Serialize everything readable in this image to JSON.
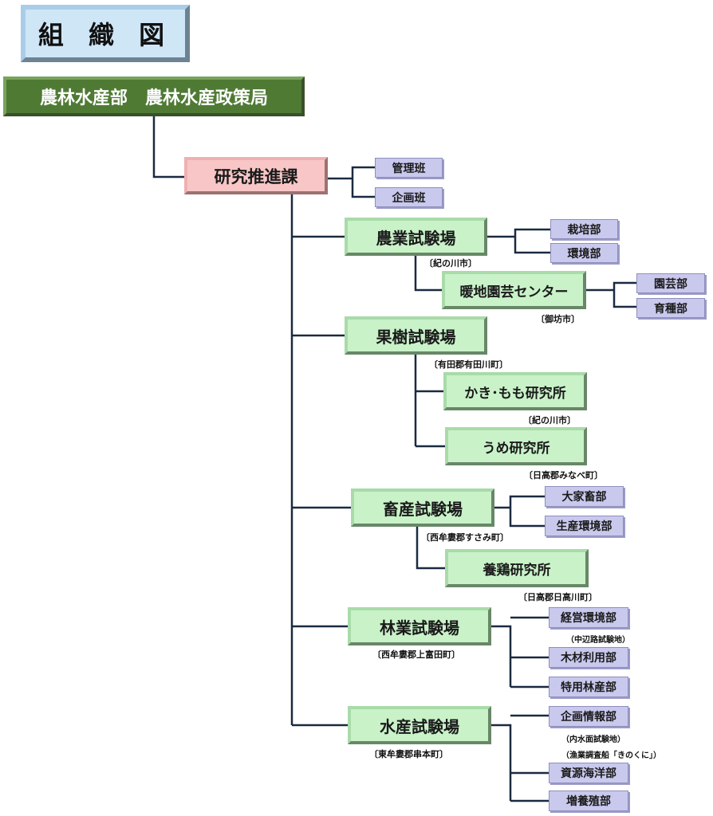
{
  "title": "組 織 図",
  "department": "農林水産部　農林水産政策局",
  "section": {
    "name": "研究推進課",
    "teams": [
      "管理班",
      "企画班"
    ]
  },
  "stations": [
    {
      "name": "農業試験場",
      "location": "〔紀の川市〕",
      "divisions": [
        "栽培部",
        "環境部"
      ],
      "sub_centers": [
        {
          "name": "暖地園芸センター",
          "location": "〔御坊市〕",
          "divisions": [
            "園芸部",
            "育種部"
          ]
        }
      ]
    },
    {
      "name": "果樹試験場",
      "location": "〔有田郡有田川町〕",
      "divisions": [],
      "sub_centers": [
        {
          "name": "かき･もも研究所",
          "location": "〔紀の川市〕",
          "divisions": []
        },
        {
          "name": "うめ研究所",
          "location": "〔日高郡みなべ町〕",
          "divisions": []
        }
      ]
    },
    {
      "name": "畜産試験場",
      "location": "〔西牟婁郡すさみ町〕",
      "divisions": [
        "大家畜部",
        "生産環境部"
      ],
      "sub_centers": [
        {
          "name": "養鶏研究所",
          "location": "〔日高郡日高川町〕",
          "divisions": []
        }
      ]
    },
    {
      "name": "林業試験場",
      "location": "〔西牟婁郡上富田町〕",
      "divisions": [
        "経営環境部",
        "木材利用部",
        "特用林産部"
      ],
      "division_notes": [
        "（中辺路試験地）"
      ],
      "sub_centers": []
    },
    {
      "name": "水産試験場",
      "location": "〔東牟婁郡串本町〕",
      "divisions": [
        "企画情報部",
        "資源海洋部",
        "増養殖部"
      ],
      "division_notes": [
        "（内水面試験地）",
        "（漁業調査船「きのくに」）"
      ],
      "sub_centers": []
    }
  ]
}
